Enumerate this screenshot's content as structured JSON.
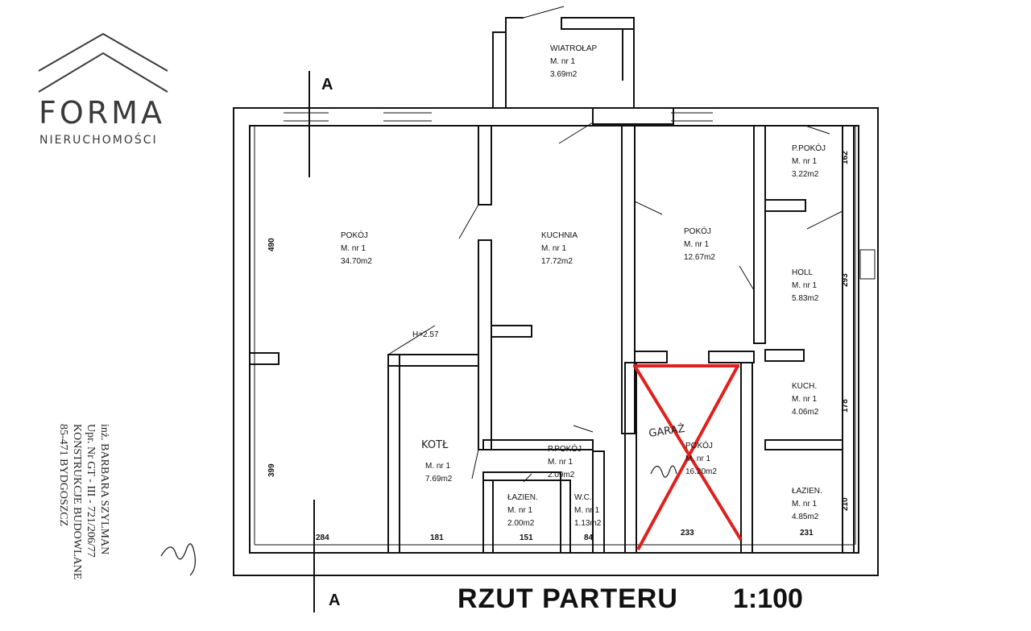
{
  "logo": {
    "name": "FORMA",
    "subtitle": "NIERUCHOMOŚCI"
  },
  "title": "RZUT PARTERU",
  "scale": "1:100",
  "section_marks": {
    "top": "A",
    "bottom": "A"
  },
  "height_note": "H=2.57",
  "stamp": {
    "line1": "inż. BARBARA SZYLMAN",
    "line2": "Upr. Nr GT - III - 721/206/77",
    "line3": "KONSTRUKCJE BUDOWLANE",
    "line4": "85-471 BYDGOSZCZ"
  },
  "handwritten": {
    "kotl": "KOTŁ",
    "garaz": "GARAŻ"
  },
  "rooms": {
    "wiatrolap": {
      "name": "WIATROŁAP",
      "unit": "M. nr 1",
      "area": "3.69m2"
    },
    "pokoj_large": {
      "name": "POKÓJ",
      "unit": "M. nr 1",
      "area": "34.70m2"
    },
    "kuchnia": {
      "name": "KUCHNIA",
      "unit": "M. nr 1",
      "area": "17.72m2"
    },
    "pokoj_mid": {
      "name": "POKÓJ",
      "unit": "M. nr 1",
      "area": "12.67m2"
    },
    "p_pokoj_top": {
      "name": "P.POKÓJ",
      "unit": "M. nr 1",
      "area": "3.22m2"
    },
    "holl": {
      "name": "HOLL",
      "unit": "M. nr 1",
      "area": "5.83m2"
    },
    "kotlownia": {
      "name": "",
      "unit": "M. nr 1",
      "area": "7.69m2"
    },
    "p_pokoj_mid": {
      "name": "P.POKÓJ",
      "unit": "M. nr 1",
      "area": "2.09m2"
    },
    "lazienka_small": {
      "name": "ŁAZIEN.",
      "unit": "M. nr 1",
      "area": "2.00m2"
    },
    "wc": {
      "name": "W.C.",
      "unit": "M. nr 1",
      "area": "1.13m2"
    },
    "pokoj_crossed": {
      "name": "POKÓJ",
      "unit": "M. nr 1",
      "area": "16.20m2"
    },
    "kuch": {
      "name": "KUCH.",
      "unit": "M. nr 1",
      "area": "4.06m2"
    },
    "lazienka_right": {
      "name": "ŁAZIEN.",
      "unit": "M. nr 1",
      "area": "4.85m2"
    }
  },
  "dimensions": {
    "left_upper": "490",
    "left_lower": "399",
    "right_1": "162",
    "right_2": "293",
    "right_3": "178",
    "right_4": "210",
    "bottom_1": "284",
    "bottom_2": "181",
    "bottom_3": "151",
    "bottom_4": "84",
    "bottom_5": "233",
    "bottom_6": "231"
  },
  "colors": {
    "walls": "#111111",
    "cross": "#e0201c",
    "logo": "#3a3a3a"
  }
}
